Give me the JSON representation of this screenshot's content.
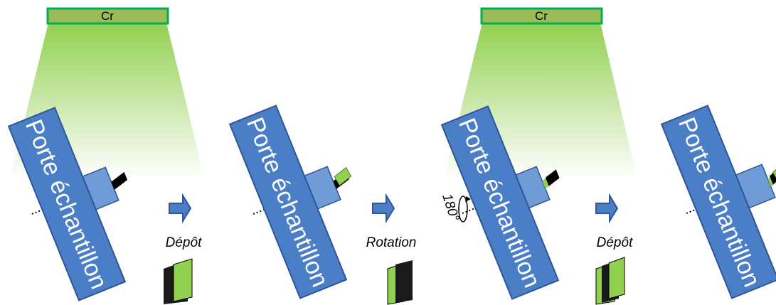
{
  "sources": [
    {
      "label": "Cr"
    },
    {
      "label": "Cr"
    }
  ],
  "holders": [
    {
      "label": "Porte échantillon"
    },
    {
      "label": "Porte échantillon"
    },
    {
      "label": "Porte échantillon"
    },
    {
      "label": "Porte échantillon"
    }
  ],
  "steps": [
    {
      "label": "Dépôt"
    },
    {
      "label": "Rotation"
    },
    {
      "label": "Dépôt"
    }
  ],
  "rotation_angle": "180°",
  "colors": {
    "holder_fill": "#4a7ec6",
    "holder_stroke": "#2f5597",
    "source_fill": "#9bbb59",
    "source_stroke": "#00b050",
    "beam": "#92d050",
    "arrow_fill": "#4a7ec6",
    "arrow_stroke": "#2f5597",
    "coating_green": "#92d050",
    "substrate_black": "#000000"
  }
}
